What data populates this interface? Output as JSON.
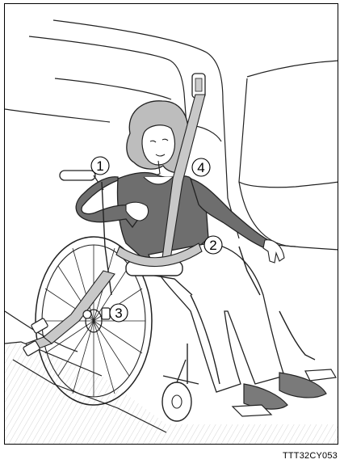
{
  "figure": {
    "code": "TTT32CY053",
    "callouts": [
      {
        "number": "1"
      },
      {
        "number": "2"
      },
      {
        "number": "3"
      },
      {
        "number": "4"
      }
    ]
  }
}
